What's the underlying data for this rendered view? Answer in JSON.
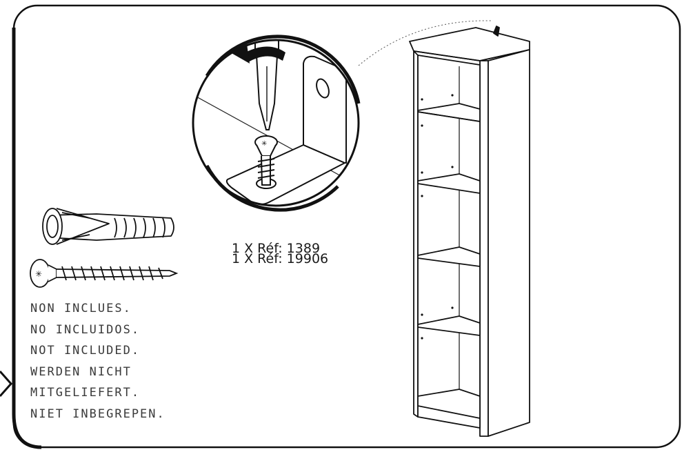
{
  "references": [
    {
      "text": "1 X Réf: 1389"
    },
    {
      "text": "1 X Réf: 19906"
    }
  ],
  "notice_lines": [
    "NON INCLUES.",
    "NO INCLUIDOS.",
    "NOT INCLUDED.",
    "WERDEN NICHT",
    "MITGELIEFERT.",
    "NIET INBEGREPEN."
  ],
  "colors": {
    "line": "#111111",
    "text": "#3a3a3a",
    "background": "#ffffff"
  },
  "icons": [
    "screwdriver-icon",
    "rotate-arrow-icon",
    "l-bracket-icon",
    "screw-icon",
    "wall-plug-icon",
    "bookcase-icon",
    "step-pointer-icon"
  ]
}
